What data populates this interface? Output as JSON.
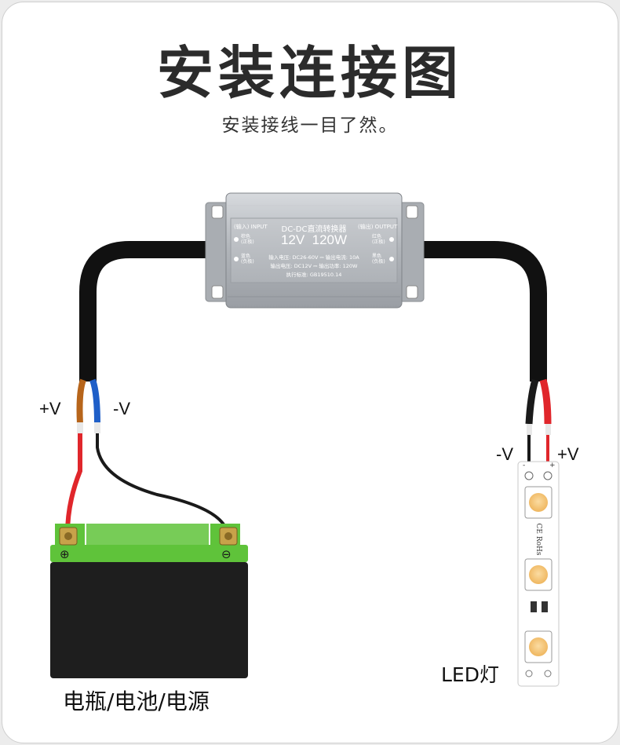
{
  "header": {
    "title": "安装连接图",
    "subtitle": "安装接线一目了然。"
  },
  "converter": {
    "input_label": "(输入) INPUT",
    "output_label": "(输出) OUTPUT",
    "model_line": "DC-DC直流转换器",
    "rating": "12V  120W",
    "in_pos_label": "棕色\n(正极)",
    "in_neg_label": "蓝色\n(负极)",
    "out_pos_label": "红色\n(正极)",
    "out_neg_label": "黑色\n(负极)",
    "spec_line1": "输入电压: DC26-60V ⎓   输出电流: 10A",
    "spec_line2": "输出电压: DC12V ⎓   输出功率: 120W",
    "spec_line3": "执行标准: GB19510.14"
  },
  "labels": {
    "input_plus": "+V",
    "input_minus": "-V",
    "output_minus": "-V",
    "output_plus": "+V",
    "battery": "电瓶/电池/电源",
    "led": "LED灯",
    "battery_pos_symbol": "⊕",
    "battery_neg_symbol": "⊖",
    "led_plus_mark": "+",
    "led_minus_mark": "-",
    "led_cert": "CE RoHs"
  },
  "colors": {
    "brown_wire": "#b7651b",
    "blue_wire": "#1f5fc8",
    "red_wire": "#e0262b",
    "black_wire": "#1a1a1a",
    "battery_green": "#5fc33a",
    "battery_body": "#1e1e1e",
    "converter_body": "#b4b8bd",
    "led_chip": "#f4c471"
  }
}
